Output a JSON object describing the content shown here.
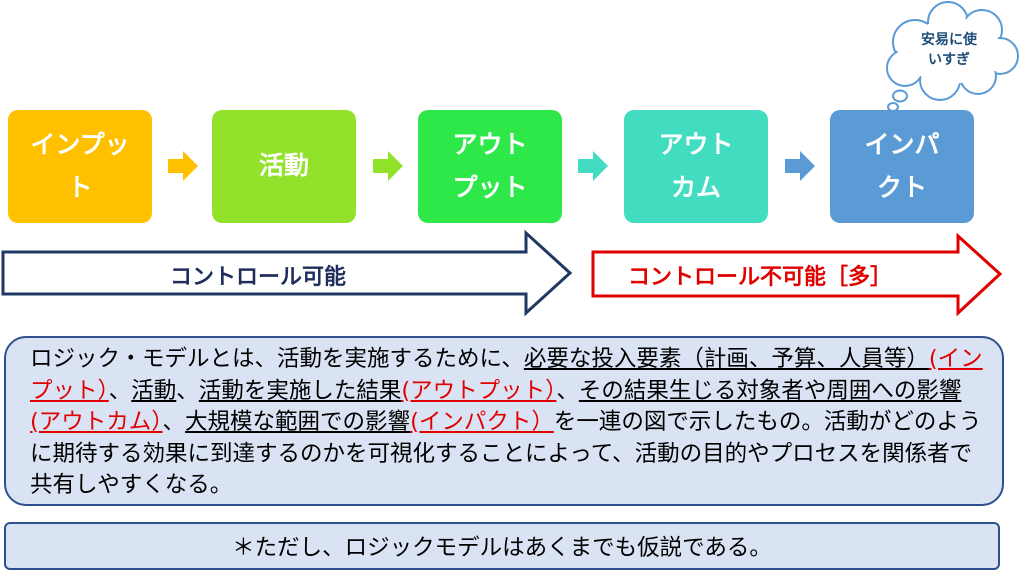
{
  "stages": [
    {
      "label": "インプッ\nト",
      "color": "#ffc000"
    },
    {
      "label": "活動",
      "color": "#92e12b"
    },
    {
      "label": "アウト\nプット",
      "color": "#2ee84a"
    },
    {
      "label": "アウト\nカム",
      "color": "#42ddc0"
    },
    {
      "label": "インパ\nクト",
      "color": "#5b9bd5"
    }
  ],
  "connector_colors": [
    "#ffc000",
    "#92e12b",
    "#2ee84a",
    "#5b9bd5"
  ],
  "cloud": {
    "text": "安易に使\nいすぎ"
  },
  "bands": {
    "controllable": "コントロール可能",
    "uncontrollable": "コントロール不可能［多］"
  },
  "description": {
    "p1": "ロジック・モデルとは、活動を実施するために、",
    "p2": "必要な投入要素（計画、予算、人員等）",
    "p3": "(インプット）",
    "p4": "、",
    "p5": "活動",
    "p6": "、",
    "p7": "活動を実施した結果",
    "p8": "(アウトプット）",
    "p9": "、",
    "p10": "その結果生じる対象者や周囲への影響",
    "p11": "(アウトカム）",
    "p12": "、",
    "p13": "大規模な範囲での影響",
    "p14": "(インパクト）",
    "p15": "を一連の図で示したもの。活動がどのように期待する効果に到達するのかを可視化することによって、活動の目的やプロセスを関係者で共有しやすくなる。"
  },
  "note": "＊ただし、ロジックモデルはあくまでも仮説である。"
}
